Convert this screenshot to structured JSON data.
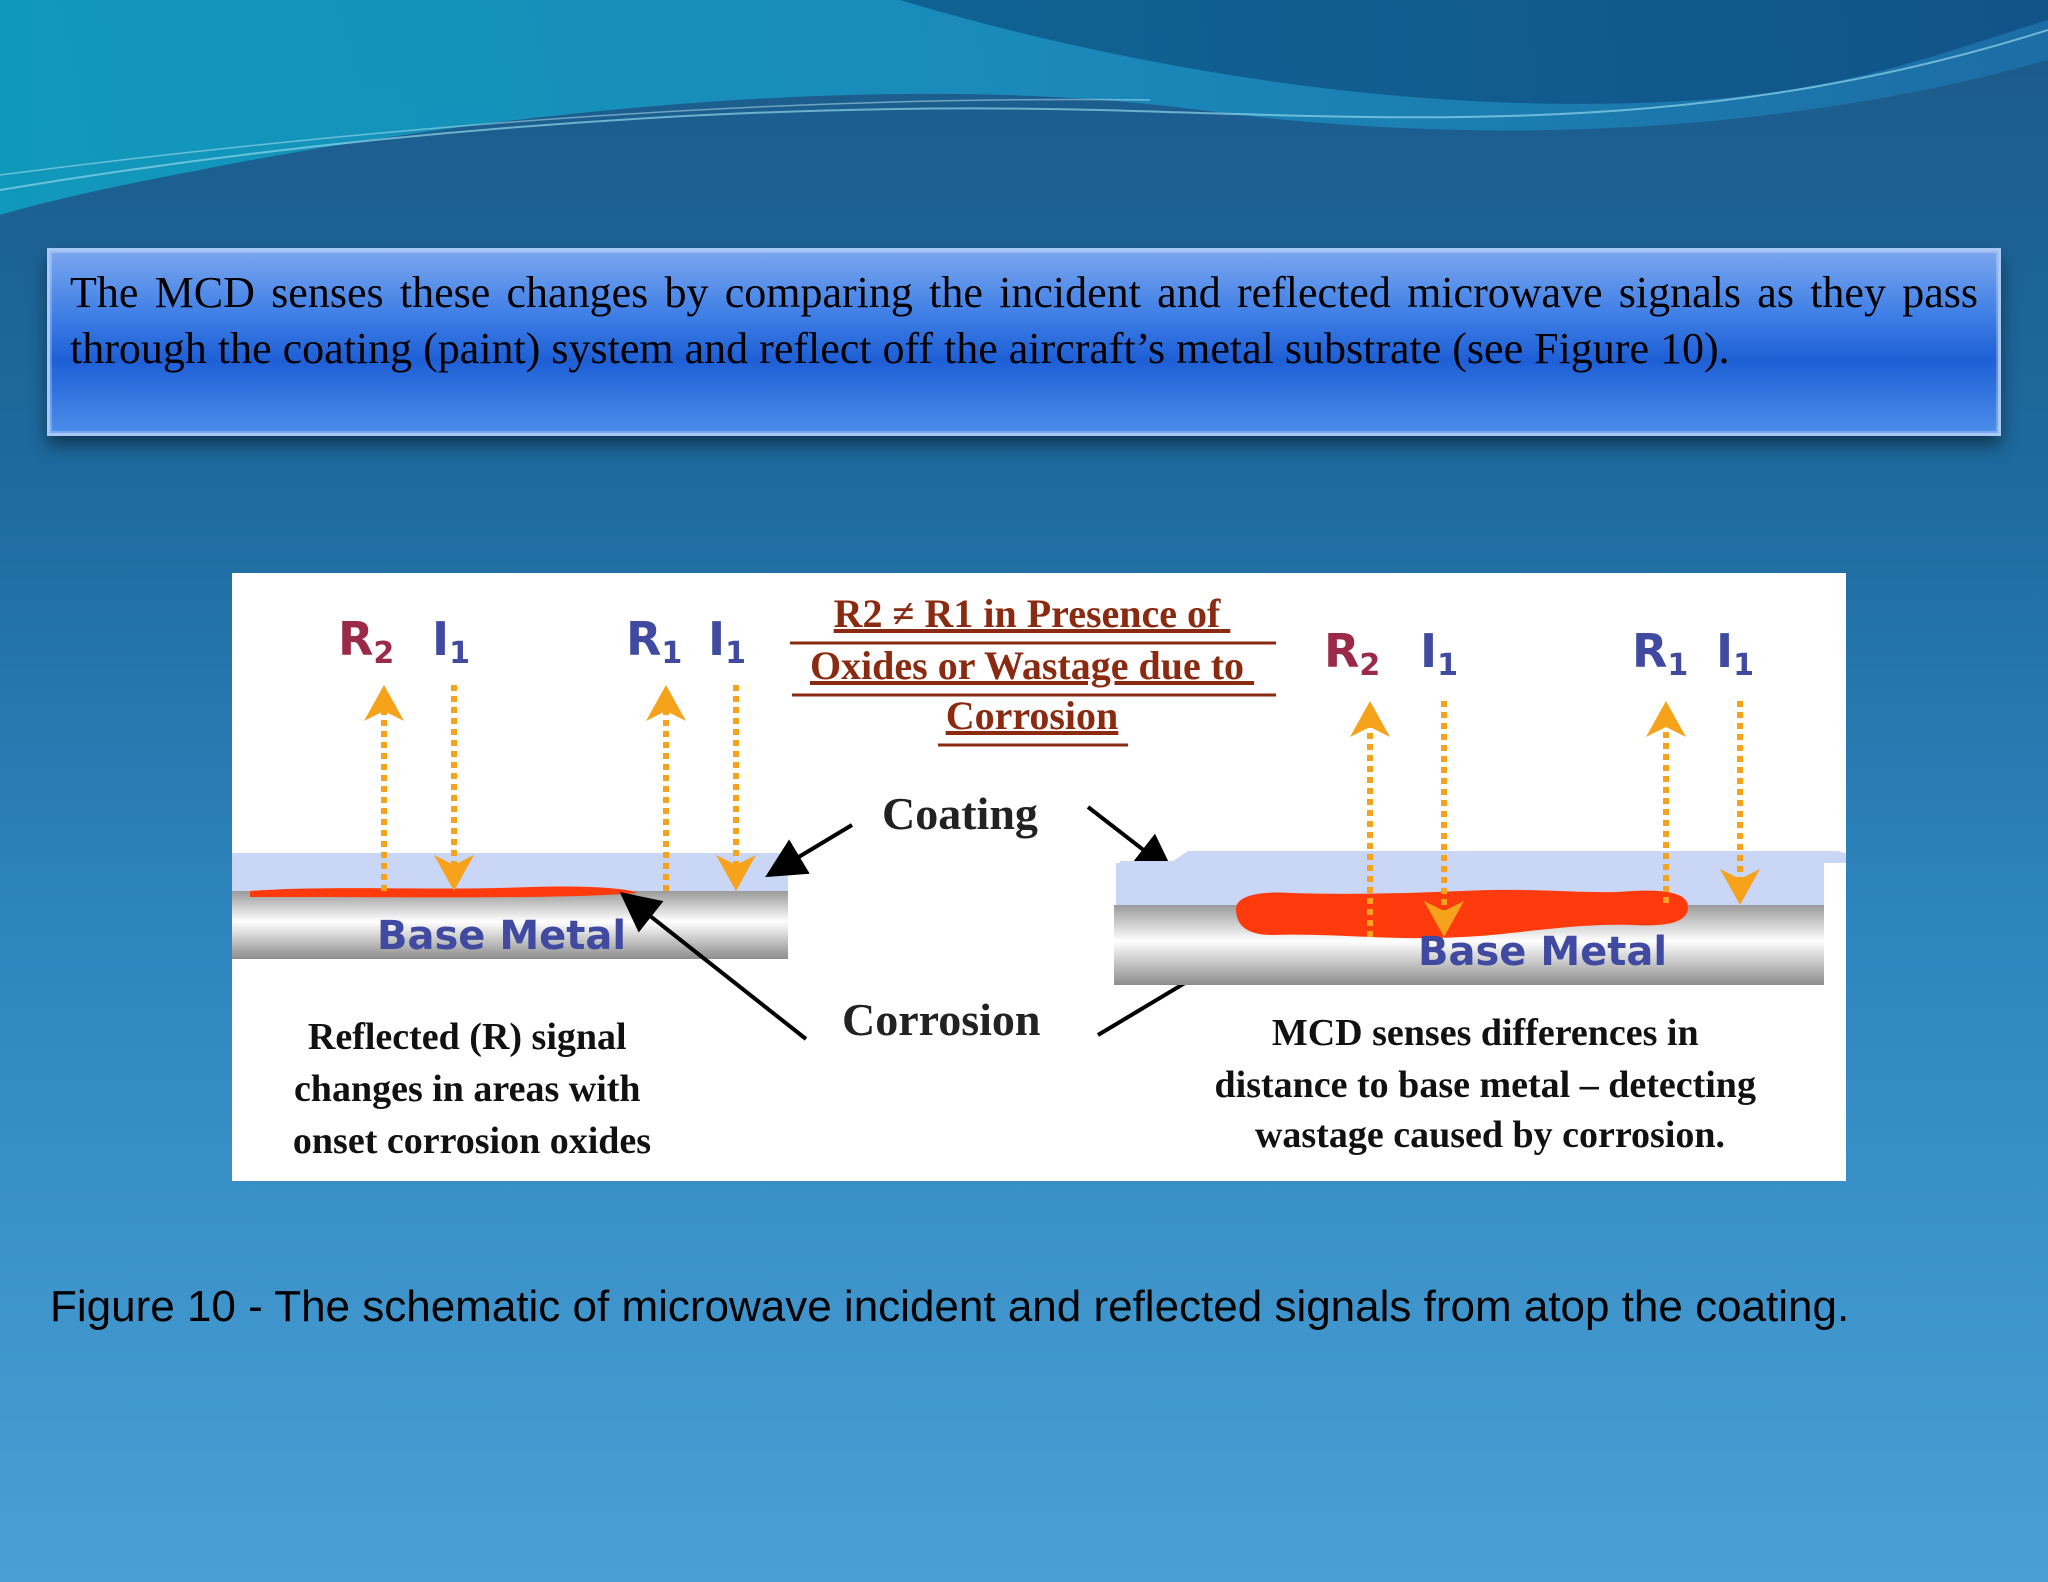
{
  "slide": {
    "body_text": "The MCD senses these changes by comparing the incident and reflected microwave signals as they pass through the coating (paint) system and reflect off the aircraft’s metal substrate (see Figure 10).",
    "caption": "Figure 10 - The schematic of microwave incident and reflected signals from atop the coating."
  },
  "figure": {
    "heading_lines": [
      "R2 ≠ R1 in Presence of",
      "Oxides or Wastage due to",
      "Corrosion"
    ],
    "coating_label": "Coating",
    "corrosion_label": "Corrosion",
    "left_panel": {
      "signal_labels": [
        {
          "letter": "R",
          "sub": "2"
        },
        {
          "letter": "I",
          "sub": "1"
        },
        {
          "letter": "R",
          "sub": "1"
        },
        {
          "letter": "I",
          "sub": "1"
        }
      ],
      "base_metal": "Base Metal",
      "caption_lines": [
        "Reflected (R) signal",
        "changes in areas with",
        "onset corrosion oxides"
      ]
    },
    "right_panel": {
      "signal_labels": [
        {
          "letter": "R",
          "sub": "2"
        },
        {
          "letter": "I",
          "sub": "1"
        },
        {
          "letter": "R",
          "sub": "1"
        },
        {
          "letter": "I",
          "sub": "1"
        }
      ],
      "base_metal": "Base Metal",
      "caption_lines": [
        "MCD senses differences in",
        "distance to base metal – detecting",
        "wastage caused by corrosion."
      ]
    },
    "colors": {
      "r2": "#9b2a4a",
      "r1_i1": "#3f4aa0",
      "arrow": "#f6a21b",
      "corrosion": "#ff3a0c",
      "heading": "#8a2a10",
      "coating": "#c9d6f6"
    }
  }
}
